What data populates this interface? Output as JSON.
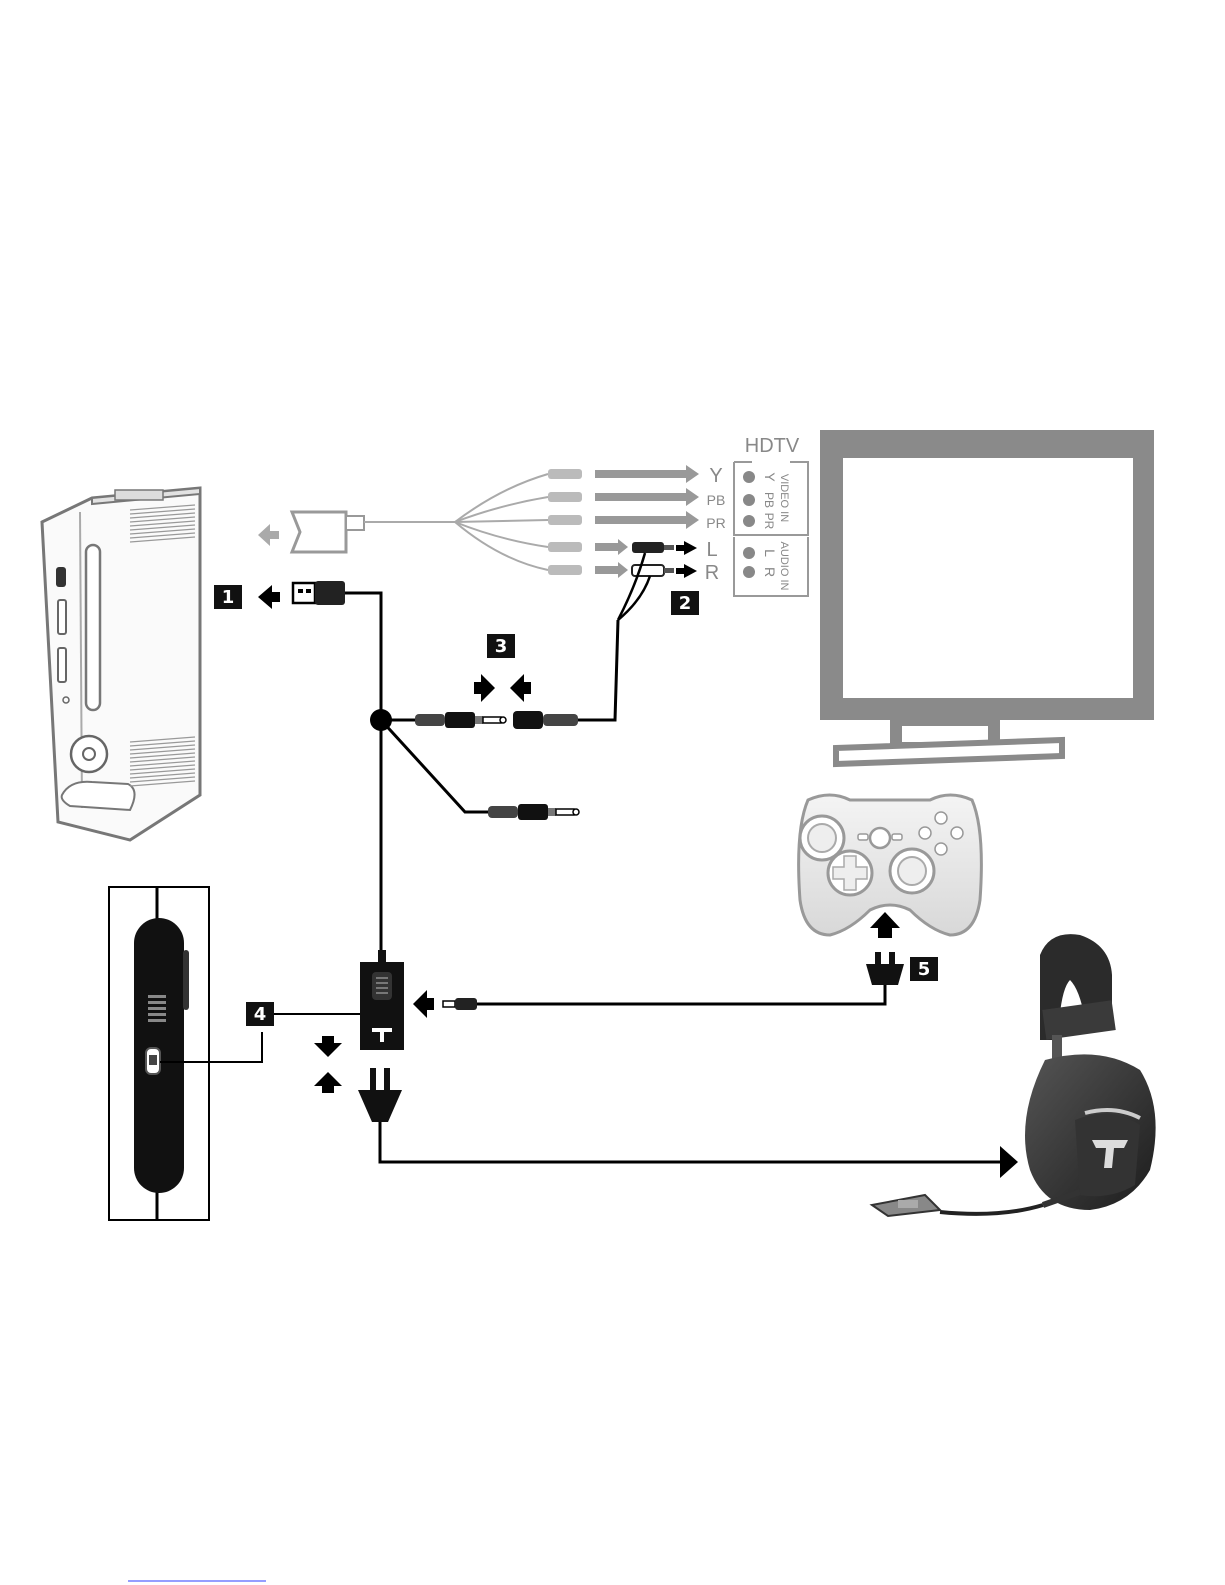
{
  "tv": {
    "label": "HDTV",
    "video_in_label": "VIDEO IN",
    "audio_in_label": "AUDIO IN",
    "video_jacks": [
      "Y",
      "PB",
      "PR"
    ],
    "audio_jacks": [
      "L",
      "R"
    ]
  },
  "cable_labels": {
    "video": [
      "Y",
      "PB",
      "PR"
    ],
    "audio": [
      "L",
      "R"
    ]
  },
  "steps": [
    "1",
    "2",
    "3",
    "4",
    "5"
  ],
  "colors": {
    "line": "#000000",
    "grey_cable": "#999999",
    "tv_frame": "#8a8a8a",
    "console_outline": "#777777",
    "headset": "#2b2b2b"
  },
  "icons": [
    "xbox-console-icon",
    "hdtv-icon",
    "controller-icon",
    "headset-icon",
    "inline-remote-icon",
    "amplifier-icon",
    "usb-plug-icon",
    "av-connector-icon"
  ]
}
